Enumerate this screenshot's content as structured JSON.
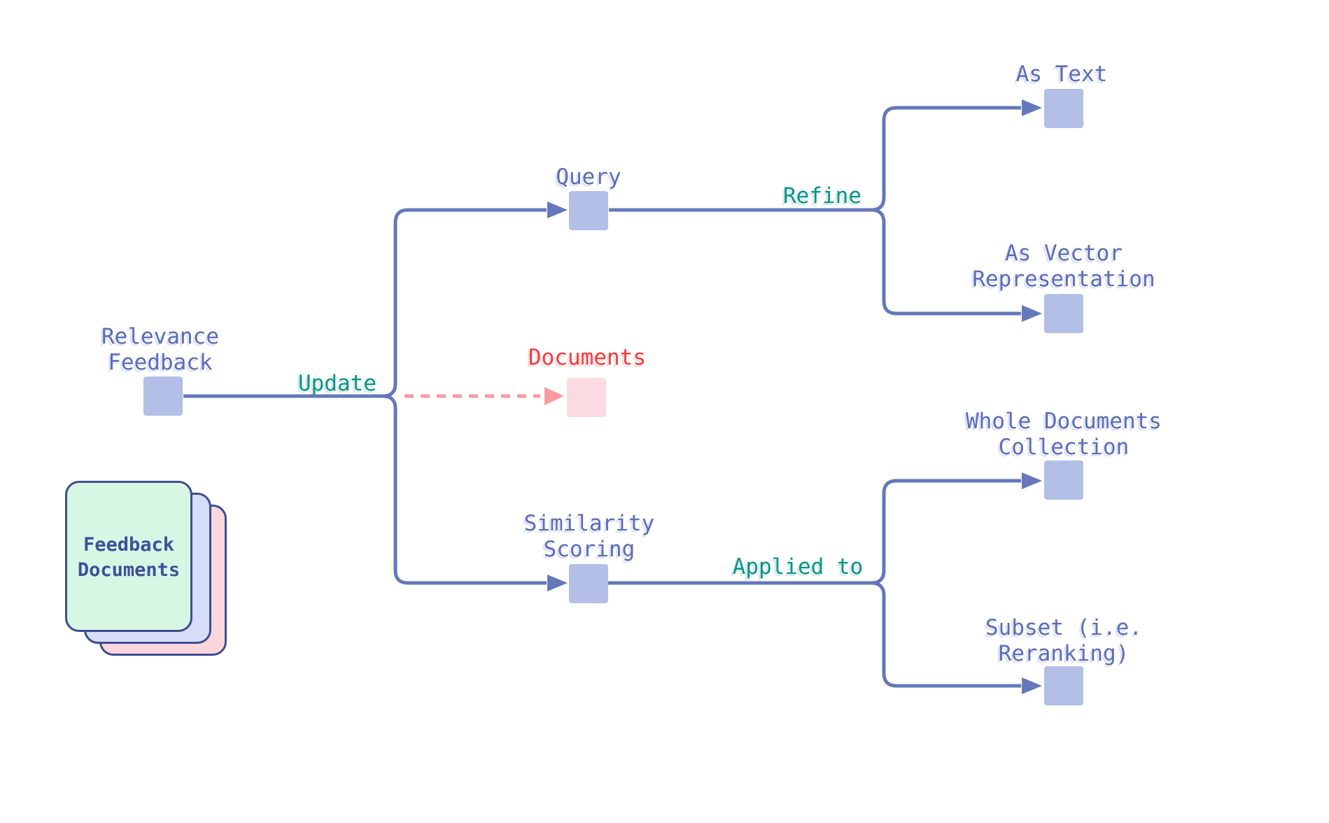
{
  "diagram": {
    "background": "#ffffff",
    "colors": {
      "edge_blue": "#6478bb",
      "node_fill": "#b3bfe6",
      "node_label_blue": "#5c6db6",
      "edge_label_teal": "#0b9488",
      "highlight_red": "#ef3e3e",
      "dashed_edge_pink": "#f89a9e",
      "pink_node_fill": "#fbdbe1",
      "card_green": "#d7f6e4",
      "card_lavender": "#d5ddf8",
      "card_pink": "#fbd7dd",
      "card_border_navy": "#3e4e91"
    },
    "nodes": {
      "relevance_feedback": {
        "label": "Relevance\nFeedback"
      },
      "query": {
        "label": "Query"
      },
      "documents": {
        "label": "Documents"
      },
      "similarity_scoring": {
        "label": "Similarity\nScoring"
      },
      "as_text": {
        "label": "As Text"
      },
      "as_vector_representation": {
        "label": "As Vector\nRepresentation"
      },
      "whole_documents_collection": {
        "label": "Whole Documents\nCollection"
      },
      "subset_reranking": {
        "label": "Subset (i.e.\nReranking)"
      }
    },
    "edge_labels": {
      "update": "Update",
      "refine": "Refine",
      "applied_to": "Applied to"
    },
    "card_stack": {
      "label": "Feedback\nDocuments"
    }
  }
}
